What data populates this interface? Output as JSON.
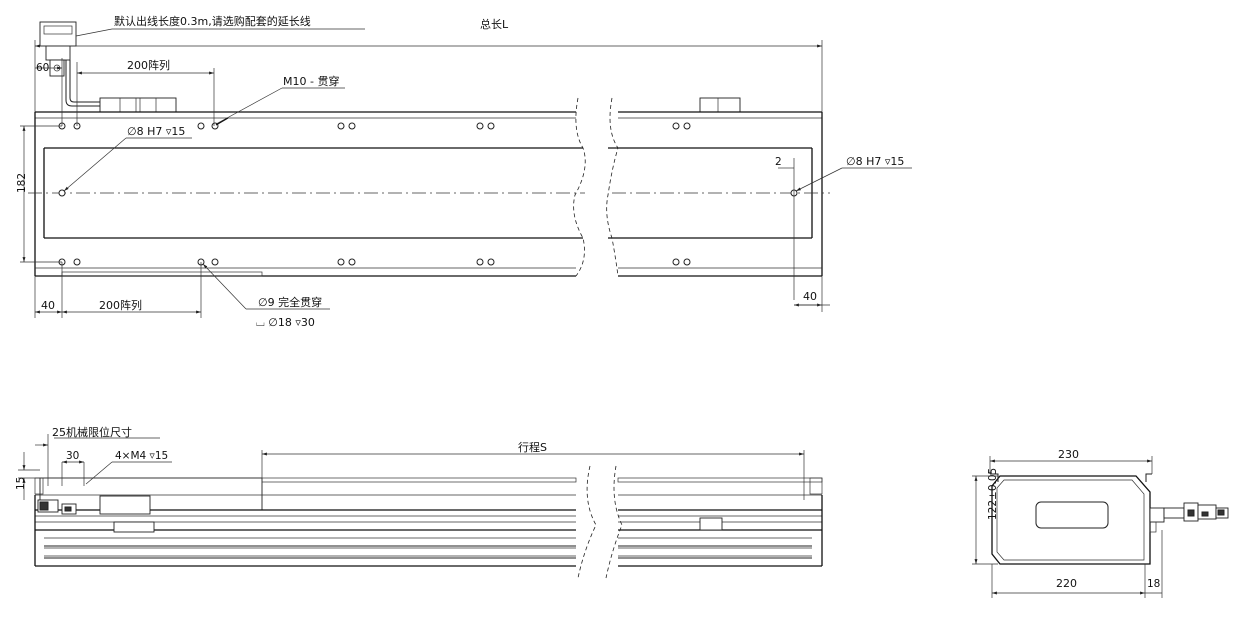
{
  "labels": {
    "cable_note": "默认出线长度0.3m,请选购配套的延长线",
    "total_length": "总长L",
    "pitch_200_top": "200阵列",
    "offset_60": "60",
    "m10_hole": "M10 - 贯穿",
    "hole_left": "∅8 H7 ▿15",
    "hole_right": "∅8 H7 ▿15",
    "dim_2": "2",
    "dim_182": "182",
    "dim_40_left": "40",
    "pitch_200_bottom": "200阵列",
    "dim_40_right": "40",
    "through_hole": "∅9 完全贯穿",
    "counterbore": "⌴ ∅18 ▿30",
    "mech_limit": "25机械限位尺寸",
    "dim_30": "30",
    "tapped_holes": "4×M4 ▿15",
    "stroke": "行程S",
    "dim_15": "15",
    "width_230": "230",
    "height_122": "122±0.05",
    "width_220": "220",
    "dim_18": "18"
  }
}
